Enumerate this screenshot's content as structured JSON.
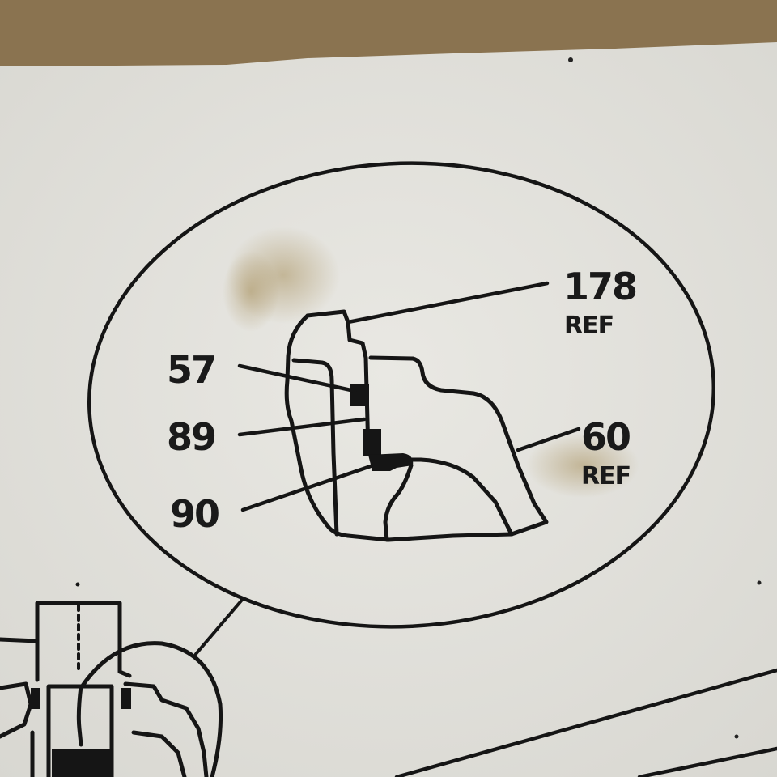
{
  "scene": {
    "description": "Photo of a printed exploded-parts diagram on paper, resting on cardboard",
    "colors": {
      "cardboard": "#8a7350",
      "paper": "#e4e3de",
      "ink": "#151515",
      "stain": "#b09a6a"
    }
  },
  "detail_view": {
    "shape": "ellipse",
    "callouts": [
      {
        "id": "178",
        "number": "178",
        "suffix": "REF"
      },
      {
        "id": "57",
        "number": "57",
        "suffix": ""
      },
      {
        "id": "89",
        "number": "89",
        "suffix": ""
      },
      {
        "id": "90",
        "number": "90",
        "suffix": ""
      },
      {
        "id": "60",
        "number": "60",
        "suffix": "REF"
      }
    ]
  },
  "partial_assembly": {
    "label": "partial assembly drawing at bottom left (cropped)"
  }
}
